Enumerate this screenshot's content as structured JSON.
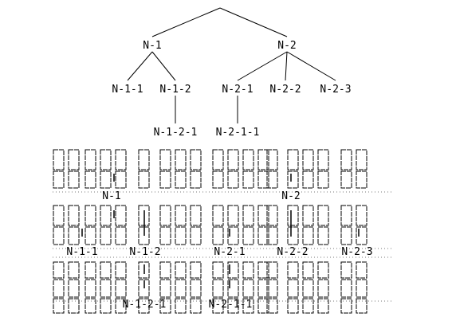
{
  "tree": {
    "nodes": [
      {
        "id": "N-1",
        "label": "N-1"
      },
      {
        "id": "N-2",
        "label": "N-2"
      },
      {
        "id": "N-1-1",
        "label": "N-1-1"
      },
      {
        "id": "N-1-2",
        "label": "N-1-2"
      },
      {
        "id": "N-2-1",
        "label": "N-2-1"
      },
      {
        "id": "N-2-2",
        "label": "N-2-2"
      },
      {
        "id": "N-2-3",
        "label": "N-2-3"
      },
      {
        "id": "N-1-2-1",
        "label": "N-1-2-1"
      },
      {
        "id": "N-2-1-1",
        "label": "N-2-1-1"
      }
    ],
    "edges": [
      [
        "root",
        "N-1"
      ],
      [
        "root",
        "N-2"
      ],
      [
        "N-1",
        "N-1-1"
      ],
      [
        "N-1",
        "N-1-2"
      ],
      [
        "N-2",
        "N-2-1"
      ],
      [
        "N-2",
        "N-2-2"
      ],
      [
        "N-2",
        "N-2-3"
      ],
      [
        "N-1-2",
        "N-1-2-1"
      ],
      [
        "N-2-1",
        "N-2-1-1"
      ]
    ]
  },
  "grid": {
    "level1_labels": [
      "N-1",
      "N-2"
    ],
    "level2_labels": [
      "N-1-1",
      "N-1-2",
      "N-2-1",
      "N-2-2",
      "N-2-3"
    ],
    "level3_labels": [
      "N-1-2-1",
      "N-2-1-1"
    ]
  },
  "colors": {
    "line": "#000000",
    "dotted": "#777777",
    "background": "#ffffff"
  }
}
